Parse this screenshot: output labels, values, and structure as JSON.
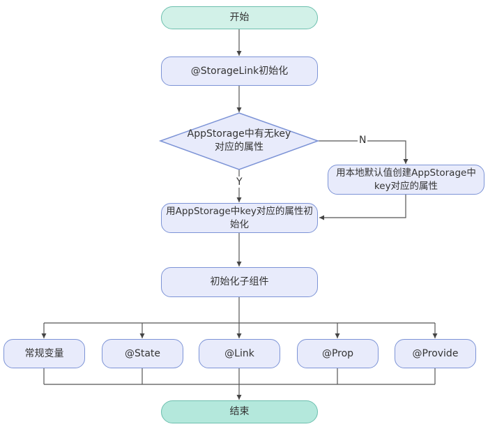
{
  "diagram": {
    "start": "开始",
    "storagelink_init": "@StorageLink初始化",
    "decision": {
      "line1": "AppStorage中有无key",
      "line2": "对应的属性"
    },
    "create_default": {
      "line1": "用本地默认值创建AppStorage中",
      "line2": "key对应的属性"
    },
    "init_from_storage": {
      "line1": "用AppStorage中key对应的属性初",
      "line2": "始化"
    },
    "init_children": "初始化子组件",
    "children": [
      "常规变量",
      "@State",
      "@Link",
      "@Prop",
      "@Provide"
    ],
    "end": "结束",
    "edge_labels": {
      "no": "N",
      "yes": "Y"
    }
  },
  "colors": {
    "process_fill": "#e8ebfb",
    "process_border": "#7c93d6",
    "start_fill": "#d2f1e8",
    "end_fill": "#b4e8dc",
    "terminal_border": "#6cbfae",
    "line": "#555555"
  }
}
